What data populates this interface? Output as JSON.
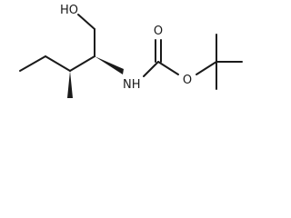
{
  "molecule": {
    "atoms": {
      "hydroxyl": "HO",
      "amine": "NH",
      "carbonyl_oxygen": "O",
      "ester_oxygen": "O"
    },
    "stereo": {
      "c2_to_n": "wedge",
      "c3_to_methyl": "wedge"
    },
    "colors": {
      "bond": "#1a1a1a",
      "background": "#ffffff"
    }
  }
}
